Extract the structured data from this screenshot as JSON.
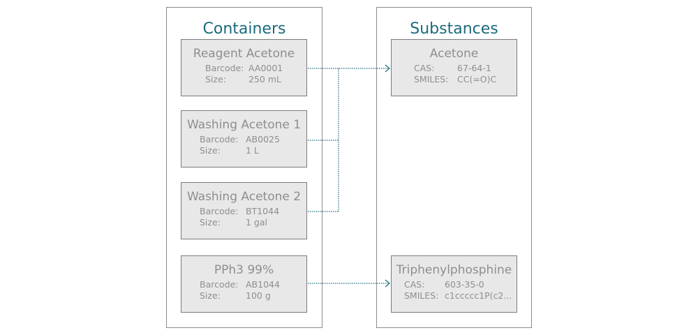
{
  "containers": {
    "title": "Containers",
    "items": [
      {
        "name": "Reagent Acetone",
        "barcode_label": "Barcode:",
        "barcode": "AA0001",
        "size_label": "Size:",
        "size": "250 mL"
      },
      {
        "name": "Washing Acetone 1",
        "barcode_label": "Barcode:",
        "barcode": "AB0025",
        "size_label": "Size:",
        "size": "1 L"
      },
      {
        "name": "Washing Acetone 2",
        "barcode_label": "Barcode:",
        "barcode": "BT1044",
        "size_label": "Size:",
        "size": "1 gal"
      },
      {
        "name": "PPh3 99%",
        "barcode_label": "Barcode:",
        "barcode": "AB1044",
        "size_label": "Size:",
        "size": "100 g"
      }
    ]
  },
  "substances": {
    "title": "Substances",
    "items": [
      {
        "name": "Acetone",
        "cas_label": "CAS:",
        "cas": "67-64-1",
        "smiles_label": "SMILES:",
        "smiles": "CC(=O)C"
      },
      {
        "name": "Triphenylphosphine",
        "cas_label": "CAS:",
        "cas": "603-35-0",
        "smiles_label": "SMILES:",
        "smiles": "c1ccccc1P(c2..."
      }
    ]
  },
  "links": [
    {
      "from": "Reagent Acetone",
      "to": "Acetone"
    },
    {
      "from": "Washing Acetone 1",
      "to": "Acetone"
    },
    {
      "from": "Washing Acetone 2",
      "to": "Acetone"
    },
    {
      "from": "PPh3 99%",
      "to": "Triphenylphosphine"
    }
  ],
  "colors": {
    "title": "#1a6a7e",
    "link": "#1a6a7e",
    "card_bg": "#e8e8e8",
    "card_text": "#8e8e8e"
  }
}
